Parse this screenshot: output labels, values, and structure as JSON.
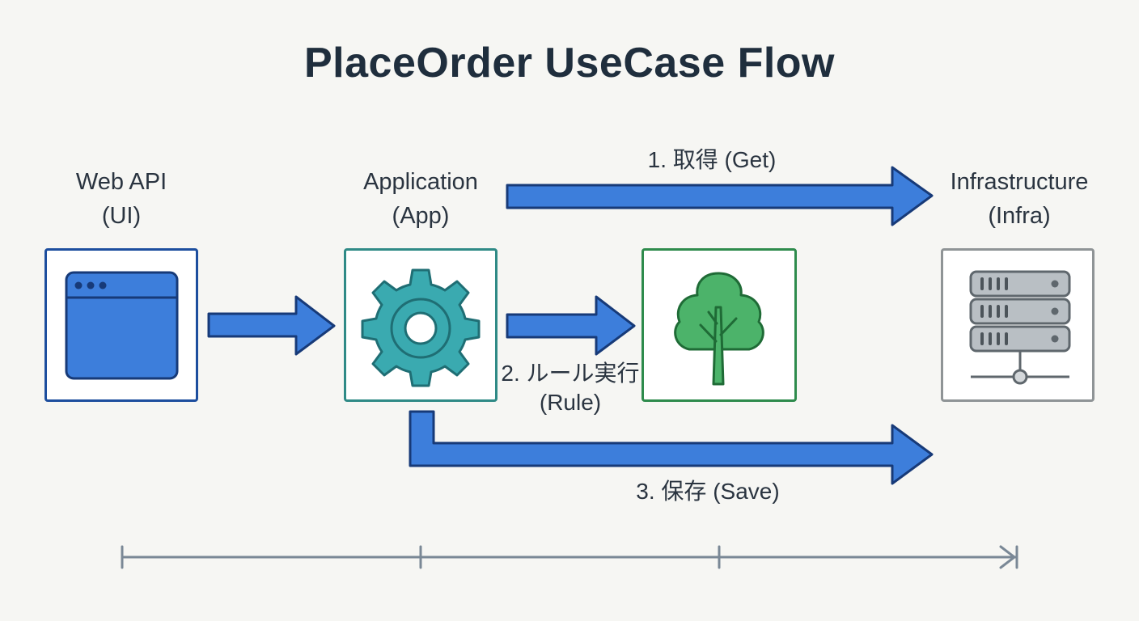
{
  "title": "PlaceOrder UseCase Flow",
  "nodes": {
    "web_api": {
      "name": "Web API",
      "abbr": "(UI)"
    },
    "application": {
      "name": "Application",
      "abbr": "(App)"
    },
    "infrastructure": {
      "name": "Infrastructure",
      "abbr": "(Infra)"
    }
  },
  "steps": {
    "get": {
      "label": "1. 取得 (Get)"
    },
    "rule": {
      "line1": "2. ルール実行",
      "line2": "(Rule)"
    },
    "save": {
      "label": "3. 保存 (Save)"
    }
  },
  "icons": {
    "web_api": "browser-window-icon",
    "application": "gear-icon",
    "domain": "tree-icon",
    "infrastructure": "server-rack-icon"
  },
  "colors": {
    "arrow_fill": "#3d7edb",
    "arrow_stroke": "#173a78",
    "ui_border": "#1d4e9e",
    "app_border": "#2f8a86",
    "domain_border": "#2e8b4c",
    "infra_border": "#8f9496",
    "timeline": "#7a8896"
  }
}
